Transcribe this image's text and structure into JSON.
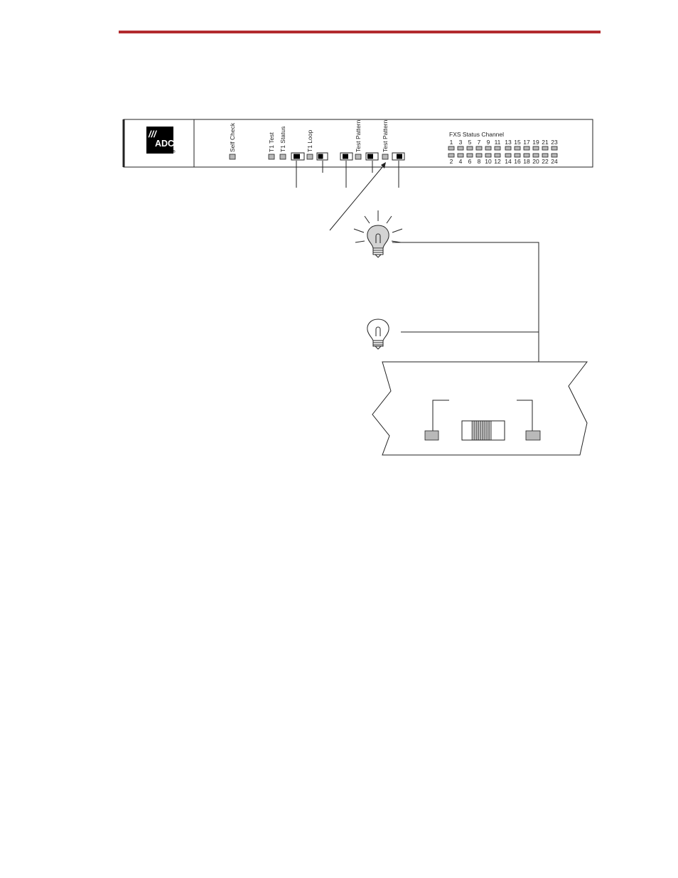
{
  "colors": {
    "rule": "#b22b2f",
    "led": "#b9b9b9",
    "line": "#222222",
    "logo_bg": "#000000"
  },
  "logo": {
    "text": "ADC",
    "mark": "///",
    "registered": "®"
  },
  "panel": {
    "self_check": "Self Check",
    "t1_test": "T1 Test",
    "t1_status": "T1 Status",
    "t1_loop": "T1 Loop",
    "test_pattern_1": "Test Pattern",
    "test_pattern_2": "Test Pattern",
    "fxs_title": "FXS Status Channel",
    "fxs_top_numbers": [
      "1",
      "3",
      "5",
      "7",
      "9",
      "11",
      "13",
      "15",
      "17",
      "19",
      "21",
      "23"
    ],
    "fxs_bottom_numbers": [
      "2",
      "4",
      "6",
      "8",
      "10",
      "12",
      "14",
      "16",
      "18",
      "20",
      "22",
      "24"
    ]
  },
  "icons": [
    "lit-bulb-icon",
    "unlit-bulb-icon",
    "adc-logo-icon"
  ]
}
